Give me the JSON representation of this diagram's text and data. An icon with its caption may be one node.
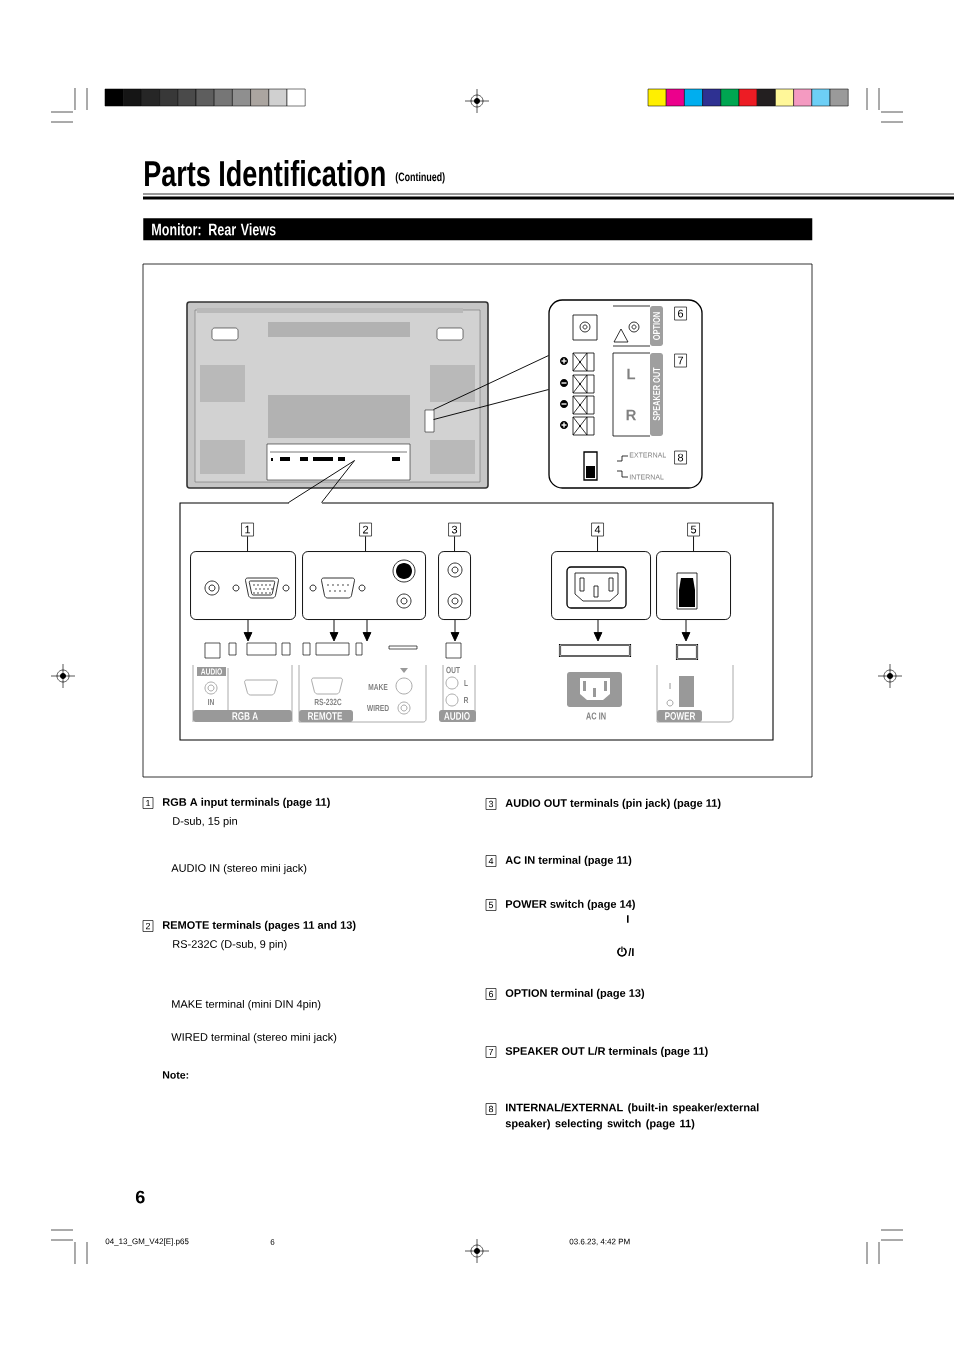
{
  "diagram": {
    "title": "Parts Identification",
    "nodes": [
      {
        "text": [
          "Monitor: Rear Views"
        ]
      },
      {
        "text": [],
        "shape": "picture"
      },
      {
        "text": [],
        "shape": "picture"
      },
      {
        "text": [
          "6"
        ],
        "in": 2
      },
      {
        "text": [
          "7"
        ],
        "in": 2
      },
      {
        "text": [
          "8"
        ],
        "in": 2
      },
      {
        "text": [],
        "shape": "box"
      },
      {
        "text": [
          "1"
        ],
        "in": 6
      },
      {
        "text": [
          "2"
        ],
        "in": 6
      },
      {
        "text": [
          "3"
        ],
        "in": 6
      },
      {
        "text": [
          "4"
        ],
        "in": 6
      },
      {
        "text": [
          "5"
        ],
        "in": 6
      },
      {
        "text": [],
        "shape": "box",
        "in": 6
      },
      {
        "text": [],
        "shape": "box",
        "in": 6
      },
      {
        "text": [],
        "shape": "box",
        "in": 6
      },
      {
        "text": [],
        "shape": "box",
        "in": 6
      },
      {
        "text": [],
        "shape": "box",
        "in": 6
      },
      {
        "text": [],
        "shape": "picture",
        "in": 6
      },
      {
        "text": [
          "1"
        ],
        "beside": [
          "RGB A input terminals (page 11)",
          "D-sub, 15 pin",
          "AUDIO IN (stereo mini jack)"
        ]
      },
      {
        "text": [
          "2"
        ],
        "beside": [
          "REMOTE terminals (pages 11 and 13)",
          "RS-232C (D-sub, 9 pin)",
          "MAKE terminal (mini DIN 4pin)",
          "WIRED terminal (stereo mini jack)"
        ]
      },
      {
        "text": [
          "3"
        ],
        "beside": [
          "AUDIO OUT terminals (pin jack) (page 11)"
        ]
      },
      {
        "text": [
          "4"
        ],
        "beside": [
          "AC IN terminal (page 11)"
        ]
      },
      {
        "text": [
          "5"
        ],
        "beside": [
          "POWER switch (page 14)",
          "I",
          "/I"
        ]
      },
      {
        "text": [
          "6"
        ],
        "beside": [
          "OPTION terminal (page 13)"
        ]
      },
      {
        "text": [
          "7"
        ],
        "beside": [
          "SPEAKER OUT L/R terminals (page 11)"
        ]
      },
      {
        "text": [
          "8"
        ],
        "beside": [
          "INTERNAL/EXTERNAL (built-in speaker/external speaker) selecting switch (page 11)"
        ]
      }
    ],
    "edges": [
      {
        "from": 7,
        "to": 12,
        "arrow": "none"
      },
      {
        "from": 8,
        "to": 13,
        "arrow": "none"
      },
      {
        "from": 9,
        "to": 14,
        "arrow": "none"
      },
      {
        "from": 10,
        "to": 15,
        "arrow": "none"
      },
      {
        "from": 11,
        "to": 16,
        "arrow": "none"
      },
      {
        "from": 12,
        "to": 17,
        "arrow": "to"
      },
      {
        "from": 13,
        "to": 17,
        "arrow": "to"
      },
      {
        "from": 13,
        "to": 17,
        "arrow": "to"
      },
      {
        "from": 14,
        "to": 17,
        "arrow": "to"
      },
      {
        "from": 15,
        "to": 17,
        "arrow": "to"
      },
      {
        "from": 16,
        "to": 17,
        "arrow": "to"
      },
      {
        "from": 1,
        "to": 2,
        "arrow": "none"
      },
      {
        "from": 1,
        "to": 2,
        "arrow": "none"
      },
      {
        "from": 1,
        "to": 6,
        "arrow": "none"
      },
      {
        "from": 1,
        "to": 6,
        "arrow": "none"
      }
    ],
    "labels": [
      "(Continued)",
      "OPTION",
      "L",
      "R",
      "SPEAKER OUT",
      "EXTERNAL",
      "INTERNAL",
      "AUDIO",
      "IN",
      "RGB A",
      "RS-232C",
      "REMOTE",
      "MAKE",
      "WIRED",
      "OUT",
      "L",
      "R",
      "AUDIO",
      "AC IN",
      "I",
      "POWER",
      "Note:",
      "6",
      "04_13_GM_V42[E].p65",
      "6",
      "03.6.23, 4:42 PM"
    ]
  }
}
